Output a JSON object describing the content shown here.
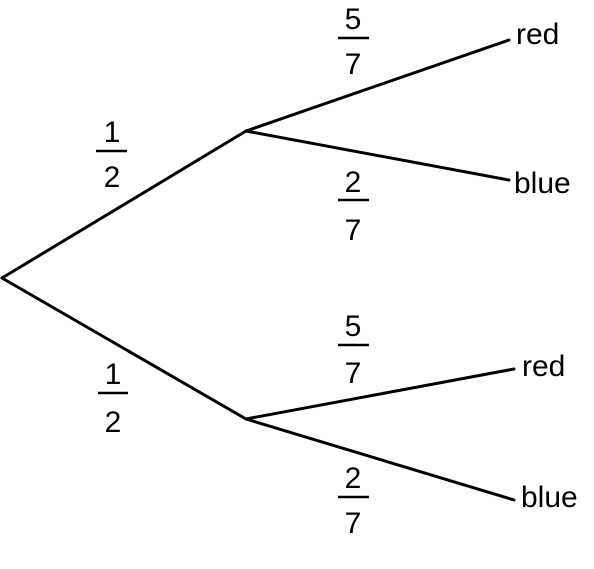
{
  "tree": {
    "stage1": {
      "upper": {
        "num": "1",
        "den": "2"
      },
      "lower": {
        "num": "1",
        "den": "2"
      }
    },
    "stage2_upper": {
      "red": {
        "num": "5",
        "den": "7",
        "label": "red"
      },
      "blue": {
        "num": "2",
        "den": "7",
        "label": "blue"
      }
    },
    "stage2_lower": {
      "red": {
        "num": "5",
        "den": "7",
        "label": "red"
      },
      "blue": {
        "num": "2",
        "den": "7",
        "label": "blue"
      }
    }
  }
}
